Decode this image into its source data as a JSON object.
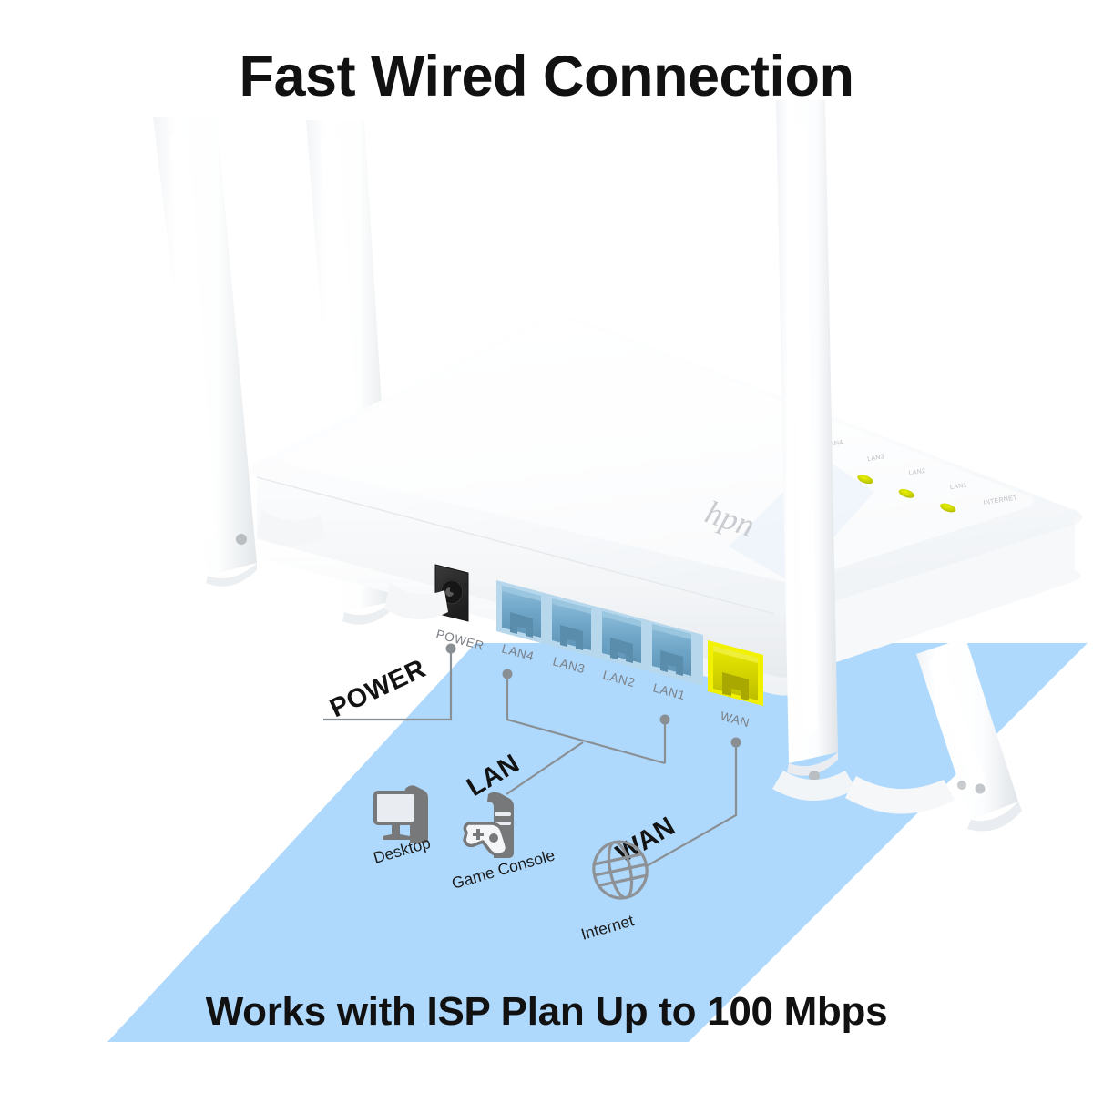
{
  "headline": "Fast Wired Connection",
  "footline": "Works with ISP Plan Up to 100 Mbps",
  "product": {
    "brand_mark": "hpn",
    "body_color": "#ffffff"
  },
  "colors": {
    "panel_blue": "#aed9fd",
    "lan_port": "#7fb4d8",
    "lan_bezel": "#b6d7ec",
    "wan_port": "#d8d800",
    "wan_bezel": "#f2f200",
    "power_jack": "#2b2b2b",
    "led_green": "#cbd400",
    "leader_line": "#8a8f94",
    "text_dark": "#111111",
    "port_label": "#7b7f85"
  },
  "rear_panel": {
    "power_label": "POWER",
    "lan_labels": [
      "LAN4",
      "LAN3",
      "LAN2",
      "LAN1"
    ],
    "wan_label": "WAN"
  },
  "led_panel": {
    "labels": [
      "LAN4",
      "LAN3",
      "LAN2",
      "LAN1",
      "INTERNET"
    ]
  },
  "callouts": [
    {
      "label": "POWER"
    },
    {
      "label": "LAN"
    },
    {
      "label": "WAN"
    }
  ],
  "devices": [
    {
      "label": "Desktop",
      "icon": "desktop-monitor-icon"
    },
    {
      "label": "Game Console",
      "icon": "game-controller-icon"
    },
    {
      "label": "Internet",
      "icon": "globe-icon"
    }
  ],
  "antenna_count": 4
}
